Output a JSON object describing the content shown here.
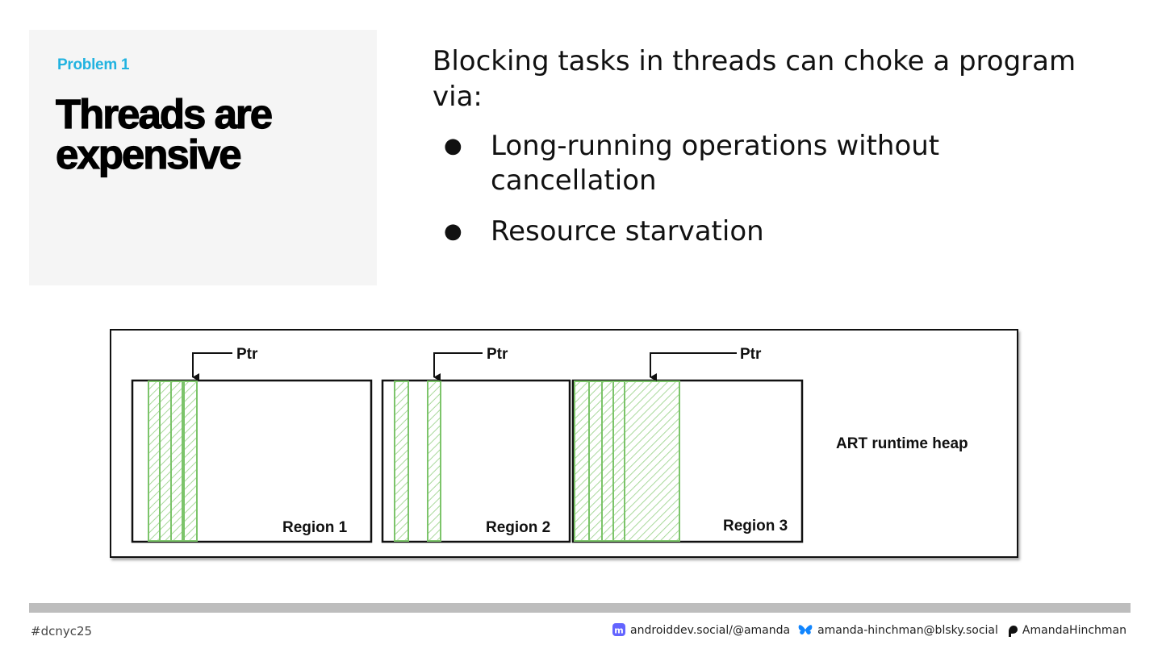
{
  "slide": {
    "eyebrow": "Problem 1",
    "headline": "Threads are expensive",
    "intro": "Blocking tasks in threads can choke a program via:",
    "bullets": [
      "Long-running operations without cancellation",
      "Resource starvation"
    ]
  },
  "diagram": {
    "pointer_labels": [
      "Ptr",
      "Ptr",
      "Ptr"
    ],
    "region_labels": [
      "Region 1",
      "Region 2",
      "Region 3"
    ],
    "heap_label": "ART runtime heap"
  },
  "footer": {
    "hashtag": "#dcnyc25",
    "mastodon": "androiddev.social/@amanda",
    "bluesky": "amanda-hinchman@blsky.social",
    "patreon": "AmandaHinchman"
  },
  "colors": {
    "accent": "#22b3e0",
    "hatch": "#7cc46a",
    "bar": "#bdbdbd"
  }
}
